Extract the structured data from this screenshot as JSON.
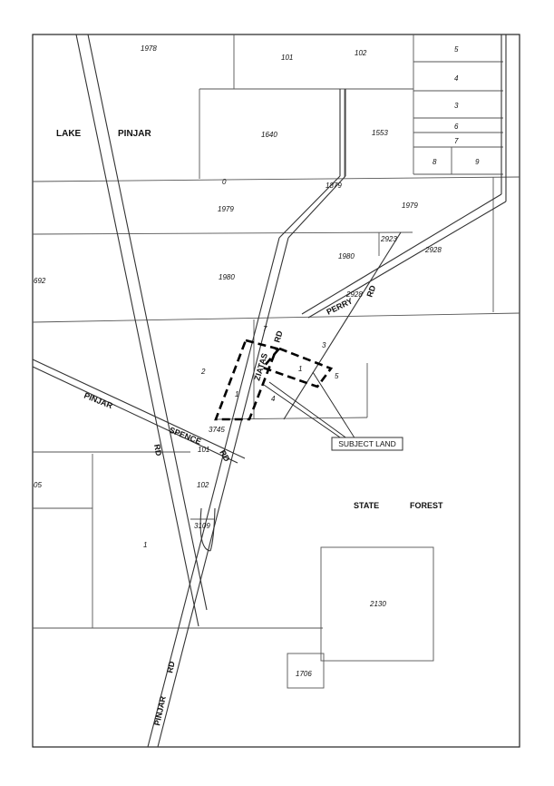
{
  "map": {
    "areas": {
      "lake_pinjar_word1": "LAKE",
      "lake_pinjar_word2": "PINJAR",
      "state_forest_word1": "STATE",
      "state_forest_word2": "FOREST"
    },
    "roads": {
      "perry": "PERRY",
      "perry_rd": "RD",
      "ziatas": "ZIATAS",
      "ziatas_rd": "RD",
      "pinjar_upper": "PINJAR",
      "spence": "SPENCE",
      "spence_rd": "RD",
      "pinjar_rd_mid": "RD",
      "pinjar_lower": "PINJAR",
      "pinjar_lower_rd": "RD"
    },
    "callout": {
      "label": "SUBJECT LAND"
    },
    "lots": {
      "l1978": "1978",
      "l101top": "101",
      "l102top": "102",
      "l5top": "5",
      "l4top": "4",
      "l3top": "3",
      "l6": "6",
      "l7top": "7",
      "l8": "8",
      "l9": "9",
      "l1640": "1640",
      "l1553": "1553",
      "l0": "0",
      "l1879": "1879",
      "l1979a": "1979",
      "l1979b": "1979",
      "l2923": "2923",
      "l1980a": "1980",
      "l2928a": "2928",
      "l692": "692",
      "l1980b": "1980",
      "l2928b": "2928",
      "l7mid": "7",
      "l3mid": "3",
      "l2": "2",
      "l1a": "1",
      "l1b": "1",
      "l5mid": "5",
      "l4mid": "4",
      "l3745": "3745",
      "l101mid": "101",
      "l05": "05",
      "l102mid": "102",
      "l3109": "3109",
      "l1c": "1",
      "l2130": "2130",
      "l1706": "1706"
    }
  }
}
